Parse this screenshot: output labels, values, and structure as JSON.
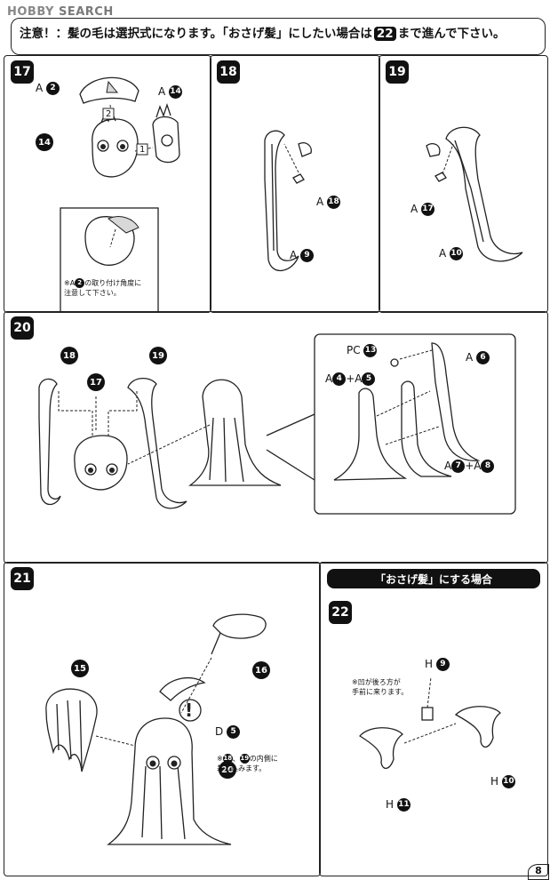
{
  "watermark": {
    "brand_hobby": "HOBBY",
    "brand_search": "SEARCH"
  },
  "notice": {
    "prefix": "注意！：髪の毛は選択式になります。「おさげ髪」にしたい場合は",
    "step": "22",
    "suffix": "まで進んで下さい。"
  },
  "steps": {
    "s17": {
      "number": "17",
      "labels": {
        "a2_prefix": "A",
        "a2_num": "2",
        "a14_prefix": "A",
        "a14_num": "14",
        "part14": "14"
      },
      "order": [
        "1",
        "2"
      ],
      "note": {
        "prefix": "※A",
        "num": "2",
        "line1": "の取り付け角度に",
        "line2": "注意して下さい。"
      }
    },
    "s18": {
      "number": "18",
      "labels": {
        "a18_prefix": "A",
        "a18_num": "18",
        "a9_prefix": "A",
        "a9_num": "9"
      }
    },
    "s19": {
      "number": "19",
      "labels": {
        "a17_prefix": "A",
        "a17_num": "17",
        "a10_prefix": "A",
        "a10_num": "10"
      }
    },
    "s20": {
      "number": "20",
      "callouts": {
        "c18": "18",
        "c17": "17",
        "c19": "19"
      },
      "labels": {
        "pc13_prefix": "PC",
        "pc13_num": "13",
        "a4_prefix": "A",
        "a4_num": "4",
        "plus1": "+A",
        "a5_num": "5",
        "a6_prefix": "A",
        "a6_num": "6",
        "a7_prefix": "A",
        "a7_num": "7",
        "plus2": "+A",
        "a8_num": "8"
      }
    },
    "s21": {
      "number": "21",
      "callouts": {
        "c15": "15",
        "c16": "16",
        "c20": "20"
      },
      "labels": {
        "d5_prefix": "D",
        "d5_num": "5"
      },
      "note": {
        "prefix": "※",
        "n1": "18",
        "sep": "、",
        "n2": "19",
        "line1": "の内側に",
        "line2": "差し込みます。"
      }
    },
    "s22": {
      "number": "22",
      "banner": "「おさげ髪」にする場合",
      "labels": {
        "h9_prefix": "H",
        "h9_num": "9",
        "h10_prefix": "H",
        "h10_num": "10",
        "h11_prefix": "H",
        "h11_num": "11"
      },
      "note": {
        "line1": "※凹が後ろ方が",
        "line2": "手前に来ります。"
      }
    }
  },
  "page": {
    "number": "8"
  }
}
